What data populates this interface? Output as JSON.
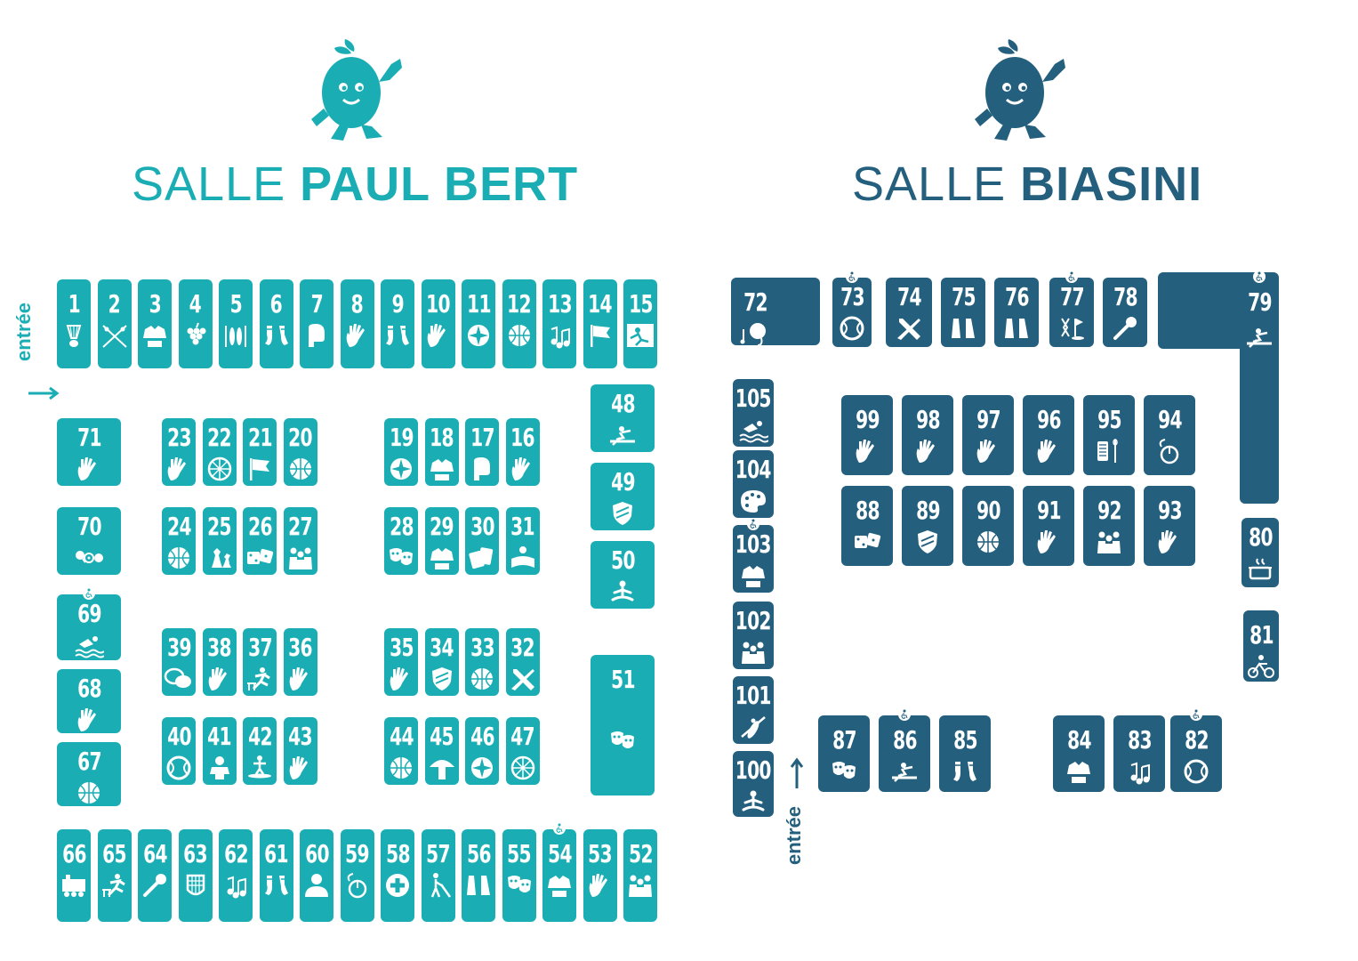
{
  "halls": [
    {
      "id": "paul-bert",
      "title_light": "SALLE ",
      "title_bold": "PAUL BERT",
      "color": "#1aaeb4",
      "entrance_label": "entrée"
    },
    {
      "id": "biasini",
      "title_light": "SALLE ",
      "title_bold": "BIASINI",
      "color": "#245f7e",
      "entrance_label": "entrée"
    }
  ],
  "booths_paul_bert": [
    {
      "n": "1",
      "icon": "badminton-icon"
    },
    {
      "n": "2",
      "icon": "fencing-icon"
    },
    {
      "n": "3",
      "icon": "judo-icon"
    },
    {
      "n": "4",
      "icon": "grapes-icon"
    },
    {
      "n": "5",
      "icon": "bowling-icon"
    },
    {
      "n": "6",
      "icon": "dance-shoes-icon"
    },
    {
      "n": "7",
      "icon": "boxing-icon"
    },
    {
      "n": "8",
      "icon": "hand-icon"
    },
    {
      "n": "9",
      "icon": "dance-shoes-icon"
    },
    {
      "n": "10",
      "icon": "hand-icon"
    },
    {
      "n": "11",
      "icon": "compass-icon"
    },
    {
      "n": "12",
      "icon": "volleyball-icon"
    },
    {
      "n": "13",
      "icon": "music-icon"
    },
    {
      "n": "14",
      "icon": "flag-icon"
    },
    {
      "n": "15",
      "icon": "climbing-icon"
    },
    {
      "n": "16",
      "icon": "hand-icon"
    },
    {
      "n": "17",
      "icon": "boxing-icon"
    },
    {
      "n": "18",
      "icon": "judo-icon"
    },
    {
      "n": "19",
      "icon": "compass-icon"
    },
    {
      "n": "20",
      "icon": "football-icon"
    },
    {
      "n": "21",
      "icon": "flag-icon"
    },
    {
      "n": "22",
      "icon": "wheel-icon"
    },
    {
      "n": "23",
      "icon": "hand-icon"
    },
    {
      "n": "24",
      "icon": "basketball-icon"
    },
    {
      "n": "25",
      "icon": "chess-icon"
    },
    {
      "n": "26",
      "icon": "dice-icon"
    },
    {
      "n": "27",
      "icon": "group-icon"
    },
    {
      "n": "28",
      "icon": "theatre-icon"
    },
    {
      "n": "29",
      "icon": "judo-icon"
    },
    {
      "n": "30",
      "icon": "cards-icon"
    },
    {
      "n": "31",
      "icon": "reading-icon"
    },
    {
      "n": "32",
      "icon": "tools-icon"
    },
    {
      "n": "33",
      "icon": "basketball-icon"
    },
    {
      "n": "34",
      "icon": "shield-icon"
    },
    {
      "n": "35",
      "icon": "hand-icon"
    },
    {
      "n": "36",
      "icon": "hand-icon"
    },
    {
      "n": "37",
      "icon": "hurdles-icon"
    },
    {
      "n": "38",
      "icon": "hand-icon"
    },
    {
      "n": "39",
      "icon": "speech-icon"
    },
    {
      "n": "40",
      "icon": "tennis-icon"
    },
    {
      "n": "41",
      "icon": "baby-icon"
    },
    {
      "n": "42",
      "icon": "trampoline-icon"
    },
    {
      "n": "43",
      "icon": "hand-icon"
    },
    {
      "n": "44",
      "icon": "football-icon"
    },
    {
      "n": "45",
      "icon": "mushroom-icon"
    },
    {
      "n": "46",
      "icon": "compass-icon"
    },
    {
      "n": "47",
      "icon": "wheel-icon"
    },
    {
      "n": "48",
      "icon": "rowing-icon"
    },
    {
      "n": "49",
      "icon": "shield-icon"
    },
    {
      "n": "50",
      "icon": "yoga-icon"
    },
    {
      "n": "51",
      "icon": "theatre-music-icon"
    },
    {
      "n": "52",
      "icon": "seniors-icon"
    },
    {
      "n": "53",
      "icon": "hand-icon"
    },
    {
      "n": "54",
      "icon": "judo-icon"
    },
    {
      "n": "55",
      "icon": "theatre-icon"
    },
    {
      "n": "56",
      "icon": "flippers-icon"
    },
    {
      "n": "57",
      "icon": "blind-icon"
    },
    {
      "n": "58",
      "icon": "first-aid-icon"
    },
    {
      "n": "59",
      "icon": "mouse-icon"
    },
    {
      "n": "60",
      "icon": "wrestling-icon"
    },
    {
      "n": "61",
      "icon": "dance-shoes-icon"
    },
    {
      "n": "62",
      "icon": "music-icon"
    },
    {
      "n": "63",
      "icon": "fencing-mask-icon"
    },
    {
      "n": "64",
      "icon": "microphone-icon"
    },
    {
      "n": "65",
      "icon": "hurdles-icon"
    },
    {
      "n": "66",
      "icon": "train-icon"
    },
    {
      "n": "67",
      "icon": "basketball-icon"
    },
    {
      "n": "68",
      "icon": "hand-icon"
    },
    {
      "n": "69",
      "icon": "swimming-icon"
    },
    {
      "n": "70",
      "icon": "pingpong-icon"
    },
    {
      "n": "71",
      "icon": "hand-icon"
    }
  ],
  "booths_biasini": [
    {
      "n": "72",
      "icon": "music-mask-icon"
    },
    {
      "n": "73",
      "icon": "tennis-icon"
    },
    {
      "n": "74",
      "icon": "tools-icon"
    },
    {
      "n": "75",
      "icon": "flippers-icon"
    },
    {
      "n": "76",
      "icon": "flippers-icon"
    },
    {
      "n": "77",
      "icon": "golf-icon"
    },
    {
      "n": "78",
      "icon": "microphone-icon"
    },
    {
      "n": "79",
      "icon": "rowing-icon"
    },
    {
      "n": "80",
      "icon": "cooking-icon"
    },
    {
      "n": "81",
      "icon": "cycling-icon"
    },
    {
      "n": "82",
      "icon": "tennis-icon"
    },
    {
      "n": "83",
      "icon": "music-icon"
    },
    {
      "n": "84",
      "icon": "judo-icon"
    },
    {
      "n": "85",
      "icon": "dance-shoes-icon"
    },
    {
      "n": "86",
      "icon": "rowing-icon"
    },
    {
      "n": "87",
      "icon": "theatre-icon"
    },
    {
      "n": "88",
      "icon": "dice-icon"
    },
    {
      "n": "89",
      "icon": "shield-icon"
    },
    {
      "n": "90",
      "icon": "basketball-icon"
    },
    {
      "n": "91",
      "icon": "hand-icon"
    },
    {
      "n": "92",
      "icon": "group-icon"
    },
    {
      "n": "93",
      "icon": "hand-icon"
    },
    {
      "n": "94",
      "icon": "mouse-icon"
    },
    {
      "n": "95",
      "icon": "sewing-icon"
    },
    {
      "n": "96",
      "icon": "hand-icon"
    },
    {
      "n": "97",
      "icon": "hand-icon"
    },
    {
      "n": "98",
      "icon": "hand-icon"
    },
    {
      "n": "99",
      "icon": "hand-icon"
    },
    {
      "n": "100",
      "icon": "yoga-icon"
    },
    {
      "n": "101",
      "icon": "kayak-icon"
    },
    {
      "n": "102",
      "icon": "crowd-icon"
    },
    {
      "n": "103",
      "icon": "judo-icon"
    },
    {
      "n": "104",
      "icon": "palette-icon"
    },
    {
      "n": "105",
      "icon": "swimming-icon"
    }
  ]
}
